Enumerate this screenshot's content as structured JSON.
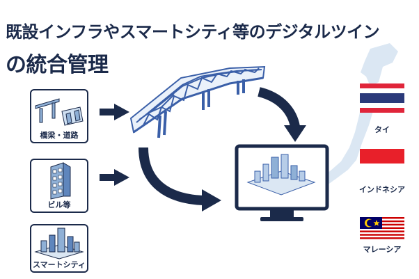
{
  "title": {
    "line1": "既設インフラやスマートシティ等のデジタルツイン",
    "line2": "の統合管理"
  },
  "sources": [
    {
      "label": "橋梁・道路",
      "icon": "bridge-road-icon"
    },
    {
      "label": "ビル等",
      "icon": "building-icon"
    },
    {
      "label": "スマートシティ",
      "icon": "smart-city-icon"
    }
  ],
  "countries": [
    {
      "label": "タイ",
      "icon": "thailand-flag-icon"
    },
    {
      "label": "インドネシア",
      "icon": "indonesia-flag-icon"
    },
    {
      "label": "マレーシア",
      "icon": "malaysia-flag-icon"
    }
  ],
  "colors": {
    "navy": "#1b2a4a",
    "bridge_blue": "#3a5fa8",
    "map_tint": "#dbe7f3",
    "thai_red": "#e0253a",
    "thai_blue": "#2b3a7a",
    "indo_red": "#e8202a",
    "malay_red": "#cc0001",
    "malay_blue": "#010066",
    "malay_yellow": "#ffcc00"
  }
}
